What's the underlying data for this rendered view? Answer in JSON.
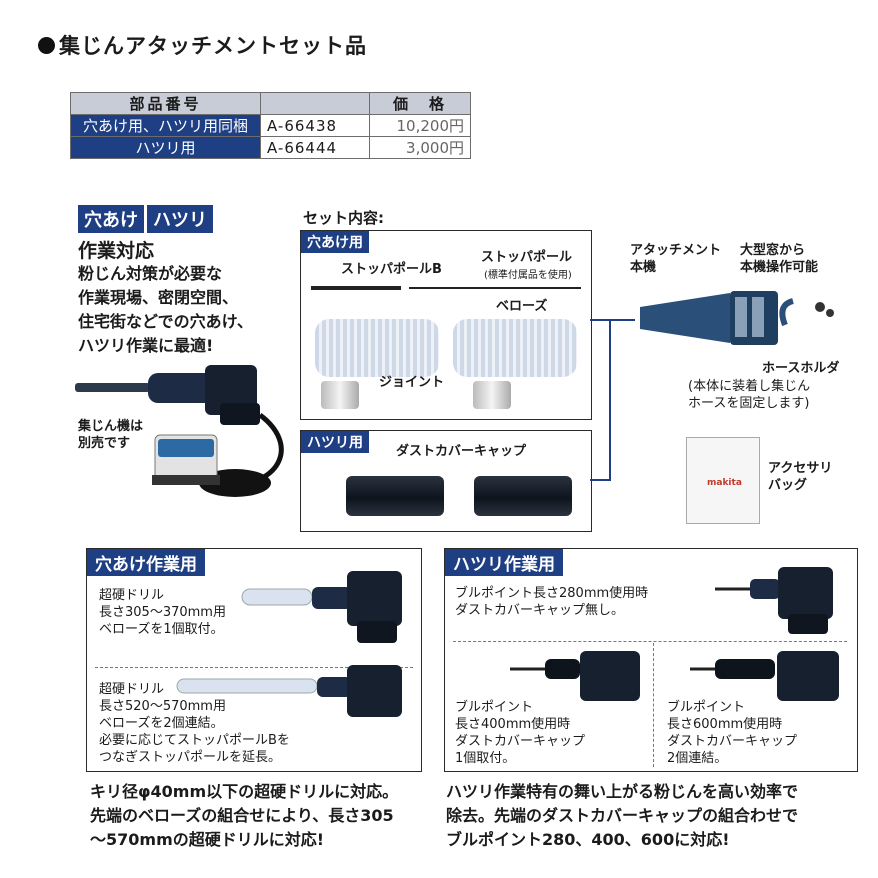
{
  "title": "集じんアタッチメントセット品",
  "table": {
    "headers": [
      "部品番号",
      "",
      "価　格"
    ],
    "rows": [
      {
        "name": "穴あけ用、ハツリ用同梱",
        "part": "A-66438",
        "price": "10,200円"
      },
      {
        "name": "ハツリ用",
        "part": "A-66444",
        "price": "3,000円"
      }
    ]
  },
  "left_intro": {
    "tag1": "穴あけ",
    "tag2": "ハツリ",
    "heading": "作業対応",
    "lines": [
      "粉じん対策が必要な",
      "作業現場、密閉空間、",
      "住宅街などでの穴あけ、",
      "ハツリ作業に最適!"
    ],
    "note_lines": [
      "集じん機は",
      "別売です"
    ]
  },
  "set": {
    "heading": "セット内容:",
    "drill_label": "穴あけ用",
    "stopper_b": "ストッパポールB",
    "stopper": "ストッパポール",
    "stopper_note": "(標準付属品を使用)",
    "bellows": "ベローズ",
    "joint": "ジョイント",
    "chip_label": "ハツリ用",
    "dust_cap": "ダストカバーキャップ"
  },
  "right_parts": {
    "attachment": [
      "アタッチメント",
      "本機"
    ],
    "window": [
      "大型窓から",
      "本機操作可能"
    ],
    "holder": "ホースホルダ",
    "holder_note": [
      "(本体に装着し集じん",
      "ホースを固定します)"
    ],
    "bag": [
      "アクセサリ",
      "バッグ"
    ],
    "bag_logo": "makita"
  },
  "drilling": {
    "tag": "穴あけ作業用",
    "case1": [
      "超硬ドリル",
      "長さ305～370mm用",
      "ベローズを1個取付。"
    ],
    "case2": [
      "超硬ドリル",
      "長さ520～570mm用",
      "ベローズを2個連結。",
      "必要に応じてストッパポールBを",
      "つなぎストッパポールを延長。"
    ],
    "footer": [
      "キリ径φ40mm以下の超硬ドリルに対応。",
      "先端のベローズの組合せにより、長さ305",
      "～570mmの超硬ドリルに対応!"
    ]
  },
  "chipping": {
    "tag": "ハツリ作業用",
    "case1": [
      "ブルポイント長さ280mm使用時",
      "ダストカバーキャップ無し。"
    ],
    "case2": [
      "ブルポイント",
      "長さ400mm使用時",
      "ダストカバーキャップ",
      "1個取付。"
    ],
    "case3": [
      "ブルポイント",
      "長さ600mm使用時",
      "ダストカバーキャップ",
      "2個連結。"
    ],
    "footer": [
      "ハツリ作業特有の舞い上がる粉じんを高い効率で",
      "除去。先端のダストカバーキャップの組合わせで",
      "ブルポイント280、400、600に対応!"
    ]
  },
  "colors": {
    "accent": "#1f3f84",
    "header_bg": "#c7ccd6"
  }
}
